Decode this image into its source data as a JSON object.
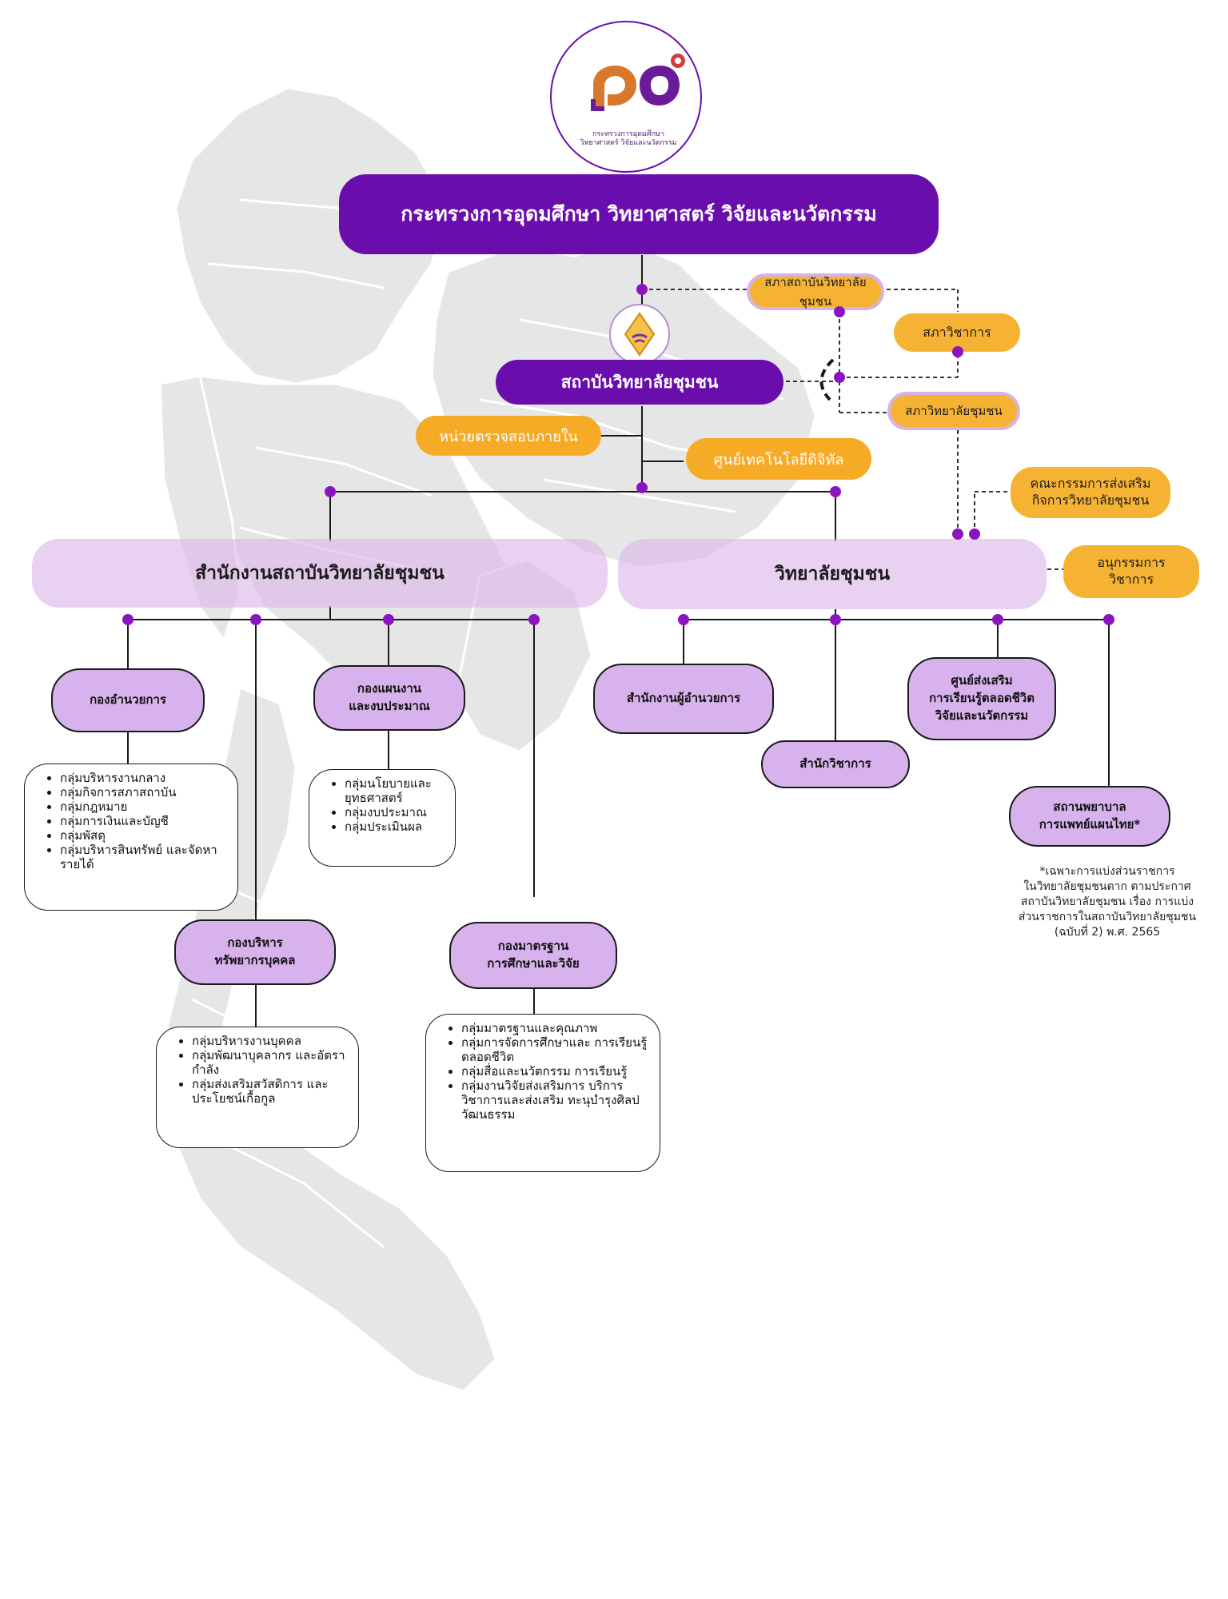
{
  "logo": {
    "caption_line1": "กระทรวงการอุดมศึกษา",
    "caption_line2": "วิทยาศาสตร์ วิจัยและนวัตกรรม"
  },
  "ministry": {
    "label": "กระทรวงการอุดมศึกษา วิทยาศาสตร์ วิจัยและนวัตกรรม"
  },
  "councils": {
    "institute_council": "สภาสถาบันวิทยาลัยชุมชน",
    "academic_council": "สภาวิชาการ",
    "college_council": "สภาวิทยาลัยชุมชน"
  },
  "institute": {
    "label": "สถาบันวิทยาลัยชุมชน"
  },
  "internal_audit": {
    "label": "หน่วยตรวจสอบภายใน"
  },
  "digital_center": {
    "label": "ศูนย์เทคโนโลยีดิจิทัล"
  },
  "promotion_committee": {
    "line1": "คณะกรรมการส่งเสริม",
    "line2": "กิจการวิทยาลัยชุมชน"
  },
  "academic_subcommittee": {
    "line1": "อนุกรรมการ",
    "line2": "วิชาการ"
  },
  "office_band": {
    "label": "สำนักงานสถาบันวิทยาลัยชุมชน"
  },
  "college_band": {
    "label": "วิทยาลัยชุมชน"
  },
  "departments": {
    "admin": {
      "label": "กองอำนวยการ"
    },
    "plan": {
      "line1": "กองแผนงาน",
      "line2": "และงบประมาณ"
    },
    "hr": {
      "line1": "กองบริหาร",
      "line2": "ทรัพยากรบุคคล"
    },
    "standard": {
      "line1": "กองมาตรฐาน",
      "line2": "การศึกษาและวิจัย"
    }
  },
  "lists": {
    "admin": [
      "กลุ่มบริหารงานกลาง",
      "กลุ่มกิจการสภาสถาบัน",
      "กลุ่มกฎหมาย",
      "กลุ่มการเงินและบัญชี",
      "กลุ่มพัสดุ",
      "กลุ่มบริหารสินทรัพย์ และจัดหารายได้"
    ],
    "plan": [
      "กลุ่มนโยบายและ ยุทธศาสตร์",
      "กลุ่มงบประมาณ",
      "กลุ่มประเมินผล"
    ],
    "hr": [
      "กลุ่มบริหารงานบุคคล",
      "กลุ่มพัฒนาบุคลากร และอัตรากำลัง",
      "กลุ่มส่งเสริมสวัสดิการ และประโยชน์เกื้อกูล"
    ],
    "standard": [
      "กลุ่มมาตรฐานและคุณภาพ",
      "กลุ่มการจัดการศึกษาและ การเรียนรู้ตลอดชีวิต",
      "กลุ่มสื่อและนวัตกรรม การเรียนรู้",
      "กลุ่มงานวิจัยส่งเสริมการ บริการวิชาการและส่งเสริม ทะนุบำรุงศิลปวัฒนธรรม"
    ]
  },
  "college_units": {
    "director_office": {
      "label": "สำนักงานผู้อำนวยการ"
    },
    "academic_office": {
      "label": "สำนักวิชาการ"
    },
    "lifelong_center": {
      "line1": "ศูนย์ส่งเสริม",
      "line2": "การเรียนรู้ตลอดชีวิต",
      "line3": "วิจัยและนวัตกรรม"
    },
    "hospital": {
      "line1": "สถานพยาบาล",
      "line2": "การแพทย์แผนไทย*"
    }
  },
  "footnote": {
    "line1": "*เฉพาะการแบ่งส่วนราชการ",
    "line2": "ในวิทยาลัยชุมชนตาก ตามประกาศ",
    "line3": "สถาบันวิทยาลัยชุมชน เรื่อง การแบ่ง",
    "line4": "ส่วนราชการในสถาบันวิทยาลัยชุมชน",
    "line5": "(ฉบับที่ 2) พ.ศ. 2565"
  },
  "colors": {
    "purple": "#6a0dad",
    "orange": "#f6b333",
    "lavender": "#d7b2ec",
    "dot": "#8a15c0"
  }
}
